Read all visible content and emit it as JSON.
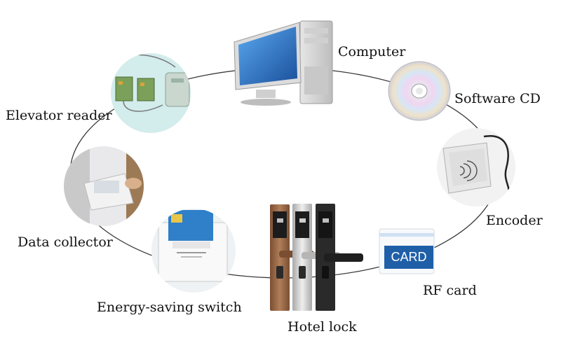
{
  "nodes": {
    "computer": "Computer",
    "software_cd": "Software CD",
    "encoder": "Encoder",
    "rf_card": "RF card",
    "hotel_lock": "Hotel lock",
    "energy_saving_switch": "Energy-saving switch",
    "data_collector": "Data collector",
    "elevator_reader": "Elevator reader"
  },
  "card_text": "CARD",
  "colors": {
    "ring": "#3a3a3a",
    "card_blue": "#1f5fa8",
    "monitor_screen": "#1e6fc9",
    "lock_bronze": "#9a6a48",
    "lock_silver": "#c9c9c9",
    "lock_black": "#2a2a2a",
    "pcb_green": "#7aa05a"
  }
}
